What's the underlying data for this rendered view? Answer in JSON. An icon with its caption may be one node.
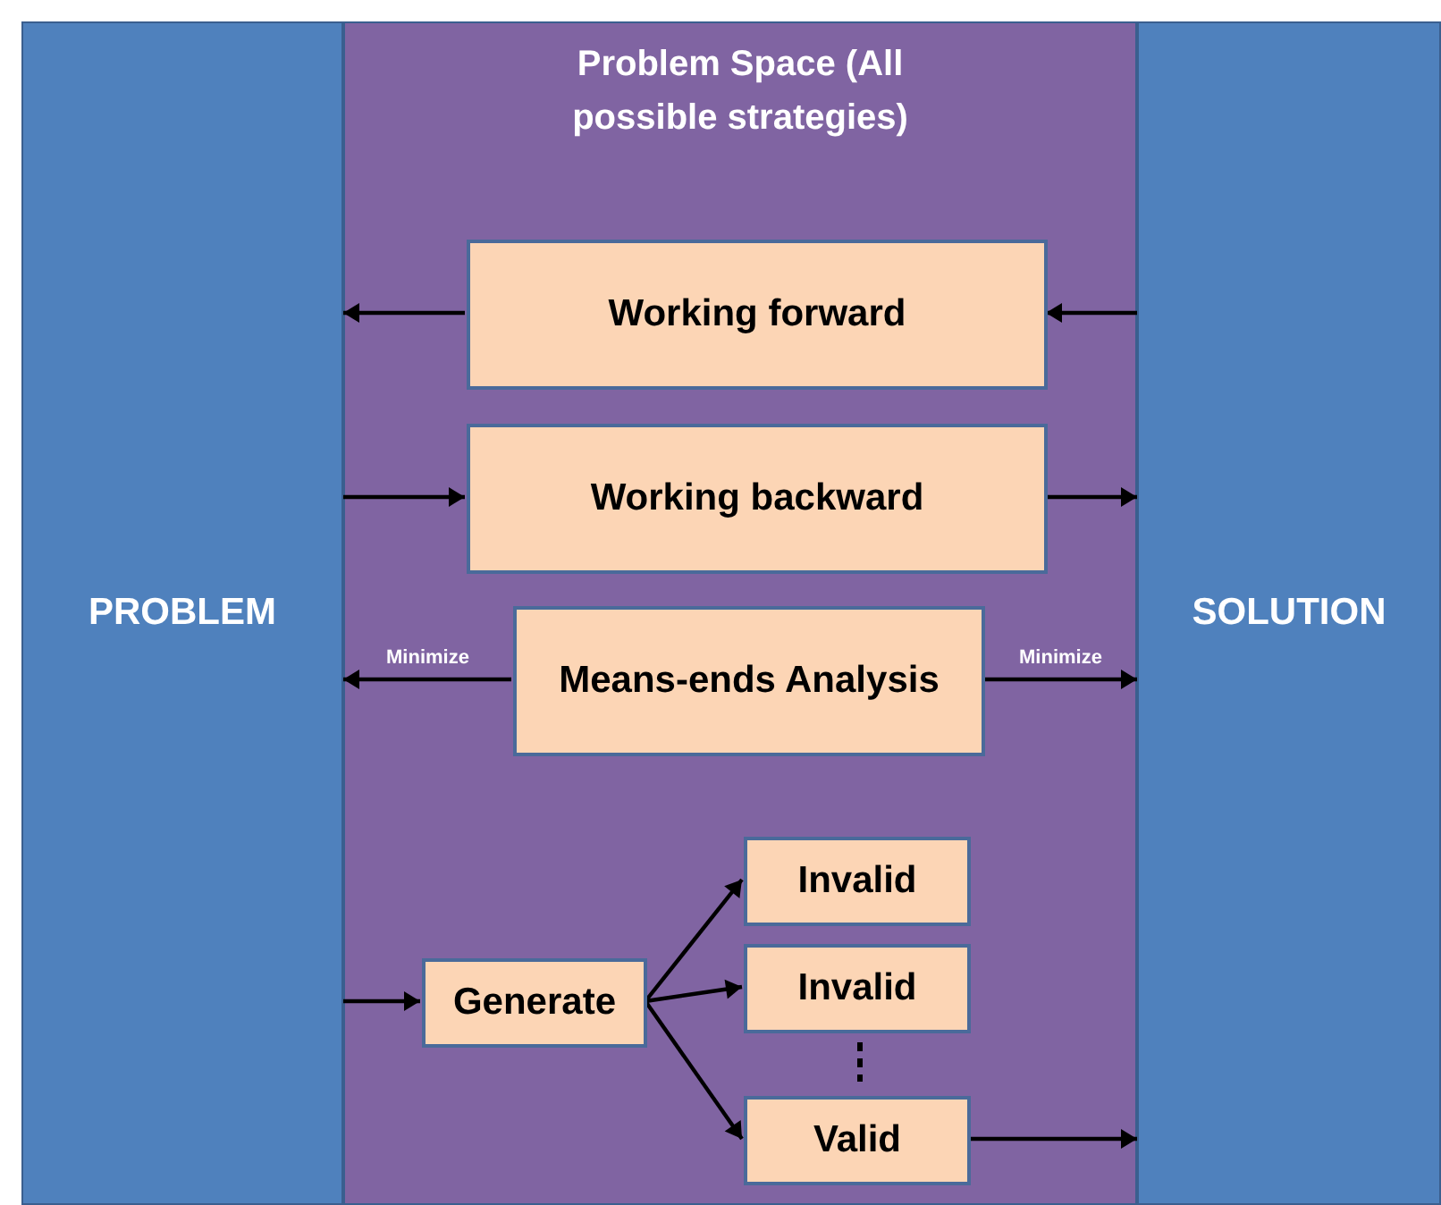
{
  "diagram": {
    "nodes": [
      {
        "text": [
          "PROBLEM"
        ]
      },
      {
        "text": [
          "Problem Space (All possible strategies)"
        ]
      },
      {
        "text": [
          "SOLUTION"
        ]
      },
      {
        "text": [
          "Working forward"
        ],
        "in": 1
      },
      {
        "text": [
          "Working backward"
        ],
        "in": 1
      },
      {
        "text": [
          "Means-ends Analysis"
        ],
        "in": 1
      },
      {
        "text": [
          "Generate"
        ],
        "in": 1
      },
      {
        "text": [
          "Invalid"
        ],
        "in": 1
      },
      {
        "text": [
          "Invalid"
        ],
        "in": 1
      },
      {
        "text": [
          "Valid"
        ],
        "in": 1
      }
    ],
    "edges": [
      {
        "from": 2,
        "to": 3,
        "arrow": "to"
      },
      {
        "from": 3,
        "to": 0,
        "arrow": "to"
      },
      {
        "from": 0,
        "to": 4,
        "arrow": "to"
      },
      {
        "from": 4,
        "to": 2,
        "arrow": "to"
      },
      {
        "from": 5,
        "to": 0,
        "arrow": "to",
        "label": "Minimize"
      },
      {
        "from": 5,
        "to": 2,
        "arrow": "to",
        "label": "Minimize"
      },
      {
        "from": 0,
        "to": 6,
        "arrow": "to"
      },
      {
        "from": 6,
        "to": 7,
        "arrow": "to"
      },
      {
        "from": 6,
        "to": 8,
        "arrow": "to"
      },
      {
        "from": 6,
        "to": 9,
        "arrow": "to"
      },
      {
        "from": 9,
        "to": 2,
        "arrow": "to"
      }
    ]
  }
}
